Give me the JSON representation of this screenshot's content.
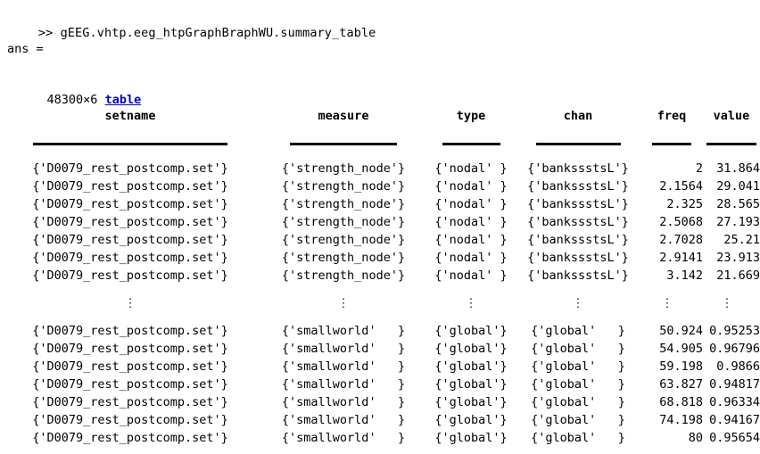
{
  "console": {
    "prompt_line": ">> gEEG.vhtp.eeg_htpGraphBraphWU.summary_table",
    "ans_line": "ans =",
    "size_text": "48300×6",
    "type_link": "table",
    "link_color": "#0000cc",
    "background": "#ffffff",
    "text_color": "#000000"
  },
  "table": {
    "columns": [
      {
        "key": "setname",
        "label": "setname"
      },
      {
        "key": "measure",
        "label": "measure"
      },
      {
        "key": "type",
        "label": "type"
      },
      {
        "key": "chan",
        "label": "chan"
      },
      {
        "key": "freq",
        "label": "freq"
      },
      {
        "key": "value",
        "label": "value"
      }
    ],
    "top_rows": [
      {
        "setname": "{'D0079_rest_postcomp.set'}",
        "measure": "{'strength_node'}",
        "type": "{'nodal' }",
        "chan": "{'bankssstsL'}",
        "freq": "2",
        "value": "31.864"
      },
      {
        "setname": "{'D0079_rest_postcomp.set'}",
        "measure": "{'strength_node'}",
        "type": "{'nodal' }",
        "chan": "{'bankssstsL'}",
        "freq": "2.1564",
        "value": "29.041"
      },
      {
        "setname": "{'D0079_rest_postcomp.set'}",
        "measure": "{'strength_node'}",
        "type": "{'nodal' }",
        "chan": "{'bankssstsL'}",
        "freq": "2.325",
        "value": "28.565"
      },
      {
        "setname": "{'D0079_rest_postcomp.set'}",
        "measure": "{'strength_node'}",
        "type": "{'nodal' }",
        "chan": "{'bankssstsL'}",
        "freq": "2.5068",
        "value": "27.193"
      },
      {
        "setname": "{'D0079_rest_postcomp.set'}",
        "measure": "{'strength_node'}",
        "type": "{'nodal' }",
        "chan": "{'bankssstsL'}",
        "freq": "2.7028",
        "value": "25.21"
      },
      {
        "setname": "{'D0079_rest_postcomp.set'}",
        "measure": "{'strength_node'}",
        "type": "{'nodal' }",
        "chan": "{'bankssstsL'}",
        "freq": "2.9141",
        "value": "23.913"
      },
      {
        "setname": "{'D0079_rest_postcomp.set'}",
        "measure": "{'strength_node'}",
        "type": "{'nodal' }",
        "chan": "{'bankssstsL'}",
        "freq": "3.142",
        "value": "21.669"
      }
    ],
    "ellipsis": {
      "glyph": "⋮",
      "setname": "⋮",
      "measure": "⋮",
      "type": "⋮",
      "chan": "⋮",
      "freq": "⋮",
      "value": "⋮"
    },
    "bottom_rows": [
      {
        "setname": "{'D0079_rest_postcomp.set'}",
        "measure": "{'smallworld'   }",
        "type": "{'global'}",
        "chan": "{'global'   }",
        "freq": "50.924",
        "value": "0.95253"
      },
      {
        "setname": "{'D0079_rest_postcomp.set'}",
        "measure": "{'smallworld'   }",
        "type": "{'global'}",
        "chan": "{'global'   }",
        "freq": "54.905",
        "value": "0.96796"
      },
      {
        "setname": "{'D0079_rest_postcomp.set'}",
        "measure": "{'smallworld'   }",
        "type": "{'global'}",
        "chan": "{'global'   }",
        "freq": "59.198",
        "value": "0.9866"
      },
      {
        "setname": "{'D0079_rest_postcomp.set'}",
        "measure": "{'smallworld'   }",
        "type": "{'global'}",
        "chan": "{'global'   }",
        "freq": "63.827",
        "value": "0.94817"
      },
      {
        "setname": "{'D0079_rest_postcomp.set'}",
        "measure": "{'smallworld'   }",
        "type": "{'global'}",
        "chan": "{'global'   }",
        "freq": "68.818",
        "value": "0.96334"
      },
      {
        "setname": "{'D0079_rest_postcomp.set'}",
        "measure": "{'smallworld'   }",
        "type": "{'global'}",
        "chan": "{'global'   }",
        "freq": "74.198",
        "value": "0.94167"
      },
      {
        "setname": "{'D0079_rest_postcomp.set'}",
        "measure": "{'smallworld'   }",
        "type": "{'global'}",
        "chan": "{'global'   }",
        "freq": "80",
        "value": "0.95654"
      }
    ]
  }
}
